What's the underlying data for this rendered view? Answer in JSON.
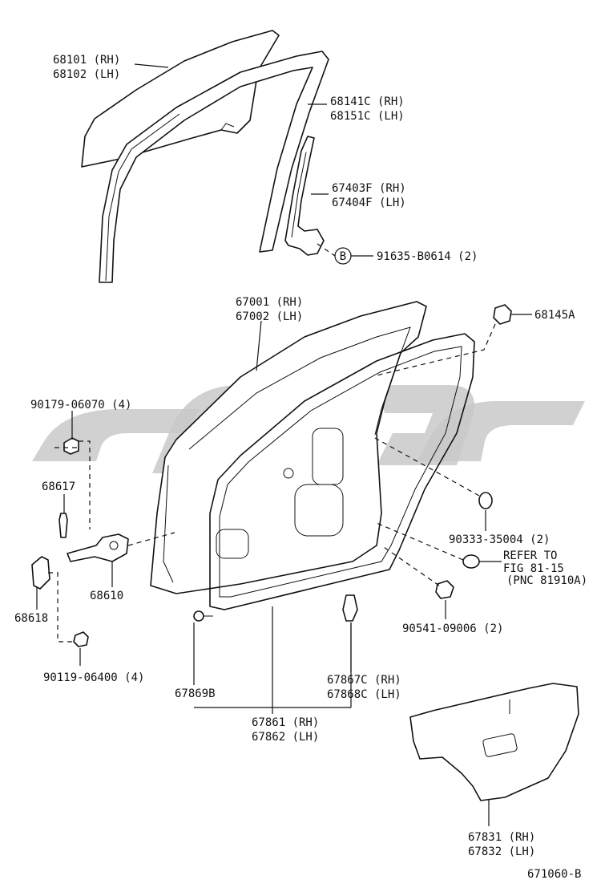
{
  "diagram_id": "671060-B",
  "watermark": "CDC",
  "callout_letter": "B",
  "labels": {
    "glass": [
      "68101 (RH)",
      "68102 (LH)"
    ],
    "run_channel": [
      "68141C (RH)",
      "68151C (LH)"
    ],
    "division_bar": [
      "67403F (RH)",
      "67404F (LH)"
    ],
    "screw_b": "91635-B0614 (2)",
    "door_panel": [
      "67001 (RH)",
      "67002 (LH)"
    ],
    "cushion": "68145A",
    "bolt_top": "90179-06070 (4)",
    "pin": "68617",
    "check": "68610",
    "bracket": "68618",
    "bolt_bottom": "90119-06400 (4)",
    "hole_plug": "90333-35004 (2)",
    "refer": [
      "REFER TO",
      "FIG 81-15",
      "(PNC 81910A)"
    ],
    "grommet": "90541-09006 (2)",
    "clip_left": "67869B",
    "clip_right": [
      "67867C (RH)",
      "67868C (LH)"
    ],
    "weatherstrip": [
      "67861 (RH)",
      "67862 (LH)"
    ],
    "service_hole_cover": [
      "67831 (RH)",
      "67832 (LH)"
    ]
  }
}
